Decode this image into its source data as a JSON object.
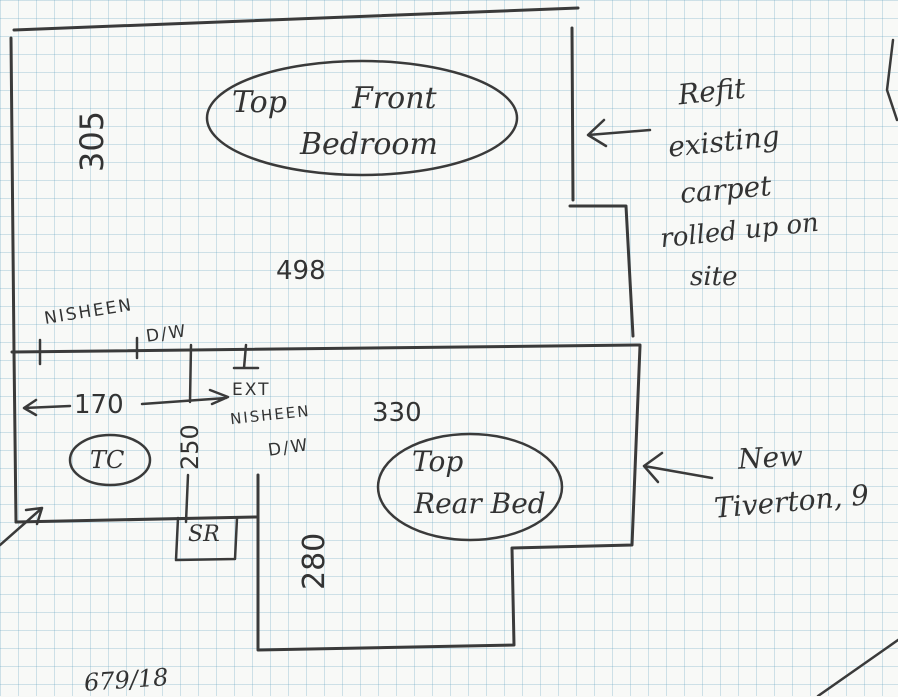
{
  "rooms": {
    "front_bedroom": {
      "line1": "Top",
      "line2": "Front",
      "line3": "Bedroom"
    },
    "rear_bed": {
      "line1": "Top",
      "line2": "Rear Bed"
    },
    "tc": "TC",
    "small_room": "SR"
  },
  "dimensions": {
    "front_width": "498",
    "front_depth": "305",
    "rear_width": "330",
    "rear_depth": "280",
    "landing_width": "170",
    "landing_depth": "250"
  },
  "door_notes": {
    "left_top": {
      "line1": "NISHEEN",
      "line2": "D/W"
    },
    "center": {
      "line1": "EXT",
      "line2": "NISHEEN",
      "line3": "D/W"
    }
  },
  "notes": {
    "refit": {
      "line1": "Refit",
      "line2": "existing",
      "line3": "carpet",
      "line4": "rolled up on",
      "line5": "site"
    },
    "new_tiverton": {
      "line1": "New",
      "line2": "Tiverton, 9"
    },
    "date": "679/18"
  },
  "colors": {
    "ink": "#3a3a3a",
    "grid": "#8fbfd3",
    "paper": "#f8f9f7"
  }
}
